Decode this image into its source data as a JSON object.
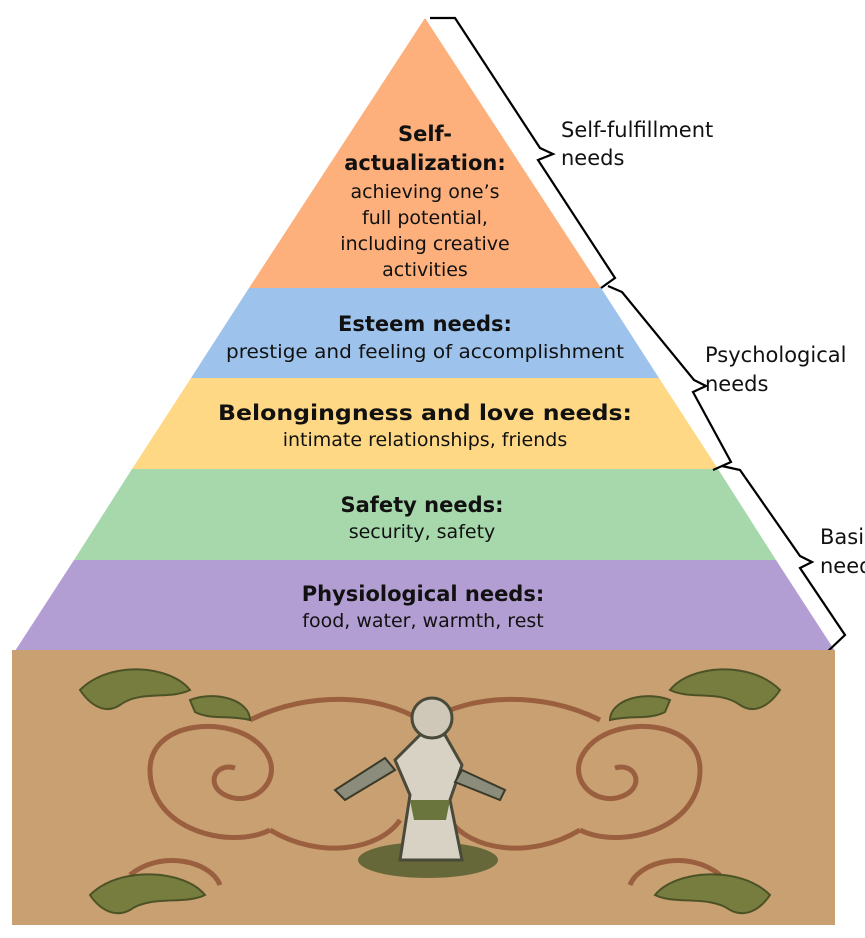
{
  "colors": {
    "self_actualization": "#fdb07c",
    "esteem": "#9dc3ec",
    "belonging": "#fed885",
    "safety": "#a6d8ac",
    "physiological": "#b39ed3",
    "bottom_image_base": "#c49a6a"
  },
  "tiers": [
    {
      "title_lines": [
        "Self-",
        "actualization:"
      ],
      "desc_lines": [
        "achieving one’s",
        "full potential,",
        "including creative",
        "activities"
      ]
    },
    {
      "title_lines": [
        "Esteem needs:"
      ],
      "desc_lines": [
        "prestige and feeling of accomplishment"
      ]
    },
    {
      "title_lines": [
        "Belongingness and love needs:"
      ],
      "desc_lines": [
        "intimate relationships, friends"
      ]
    },
    {
      "title_lines": [
        "Safety needs:"
      ],
      "desc_lines": [
        "security, safety"
      ]
    },
    {
      "title_lines": [
        "Physiological needs:"
      ],
      "desc_lines": [
        "food, water, warmth, rest"
      ]
    }
  ],
  "groups": [
    {
      "label_lines": [
        "Self-fulfillment",
        "needs"
      ]
    },
    {
      "label_lines": [
        "Psychological",
        "needs"
      ]
    },
    {
      "label_lines": [
        "Basic",
        "needs"
      ]
    }
  ],
  "bottom_image": {
    "icon": "ornate-figure-image"
  }
}
